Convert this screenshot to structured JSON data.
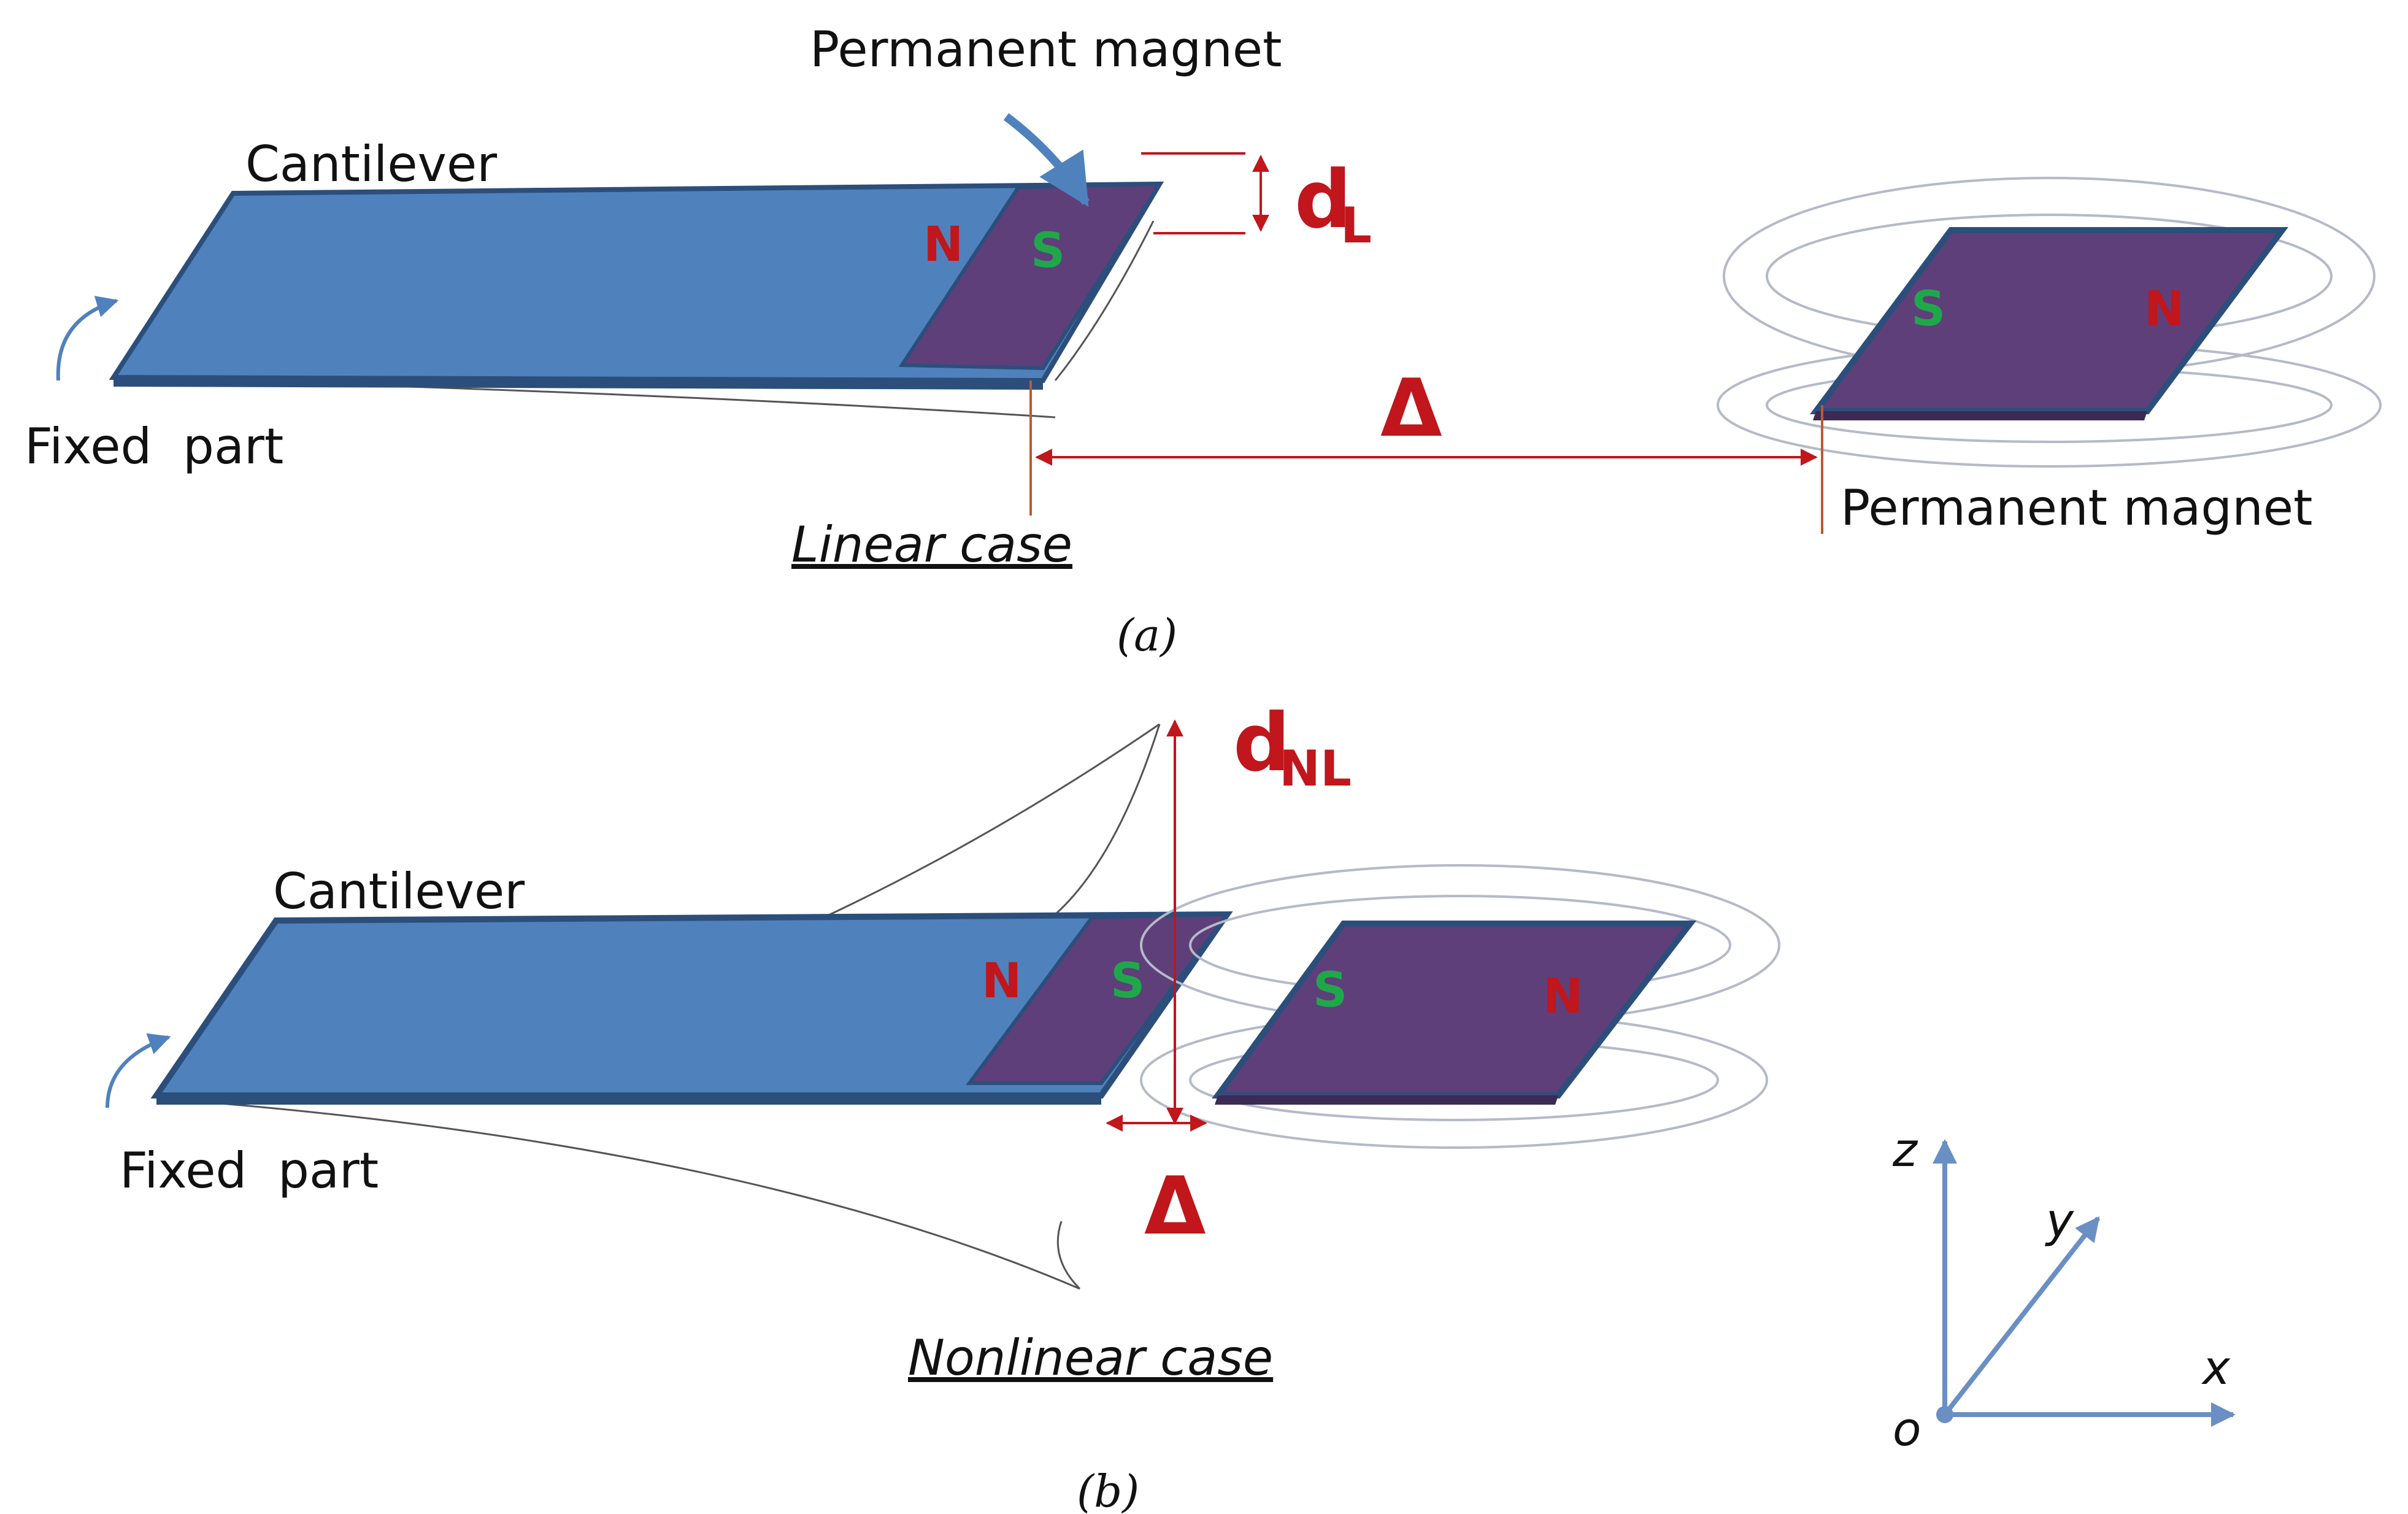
{
  "colors": {
    "cantilever": "#4f81bd",
    "magnet": "#5e3f7a",
    "edge": "#2c4e7a",
    "dimension": "#c0161c",
    "pole_n": "#c0161c",
    "pole_s": "#1fa84a",
    "axis": "#6a8fc4"
  },
  "panel_a": {
    "cantilever_label": "Cantilever",
    "fixed_label": "Fixed  part",
    "magnet_top_label": "Permanent magnet",
    "magnet_right_label": "Permanent magnet",
    "pole_n": "N",
    "pole_s": "S",
    "fixed_pole_s": "S",
    "fixed_pole_n": "N",
    "dim_d": "d",
    "dim_d_sub": "L",
    "dim_gap": "Δ",
    "case_label": "Linear case",
    "panel_label": "(a)"
  },
  "panel_b": {
    "cantilever_label": "Cantilever",
    "fixed_label": "Fixed  part",
    "pole_n": "N",
    "pole_s": "S",
    "fixed_pole_s": "S",
    "fixed_pole_n": "N",
    "dim_d": "d",
    "dim_d_sub": "NL",
    "dim_gap": "Δ",
    "case_label": "Nonlinear case",
    "panel_label": "(b)"
  },
  "axes": {
    "z": "z",
    "y": "y",
    "x": "x",
    "origin": "o"
  }
}
